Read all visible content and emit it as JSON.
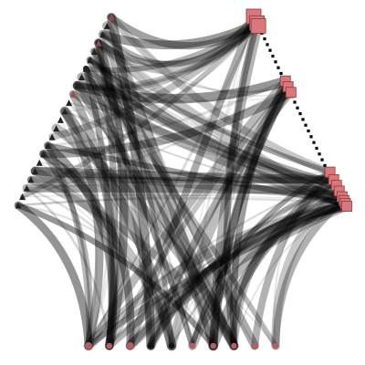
{
  "diagram": {
    "type": "hive-plot-style-edge-bundle",
    "colors": {
      "background": "#ffffff",
      "edge": "#000000",
      "square_node_fill": "#d9777a",
      "square_node_stroke": "#8a3a3d",
      "left_node_marker": "#222222",
      "left_node_red": "#9b4b4e",
      "bottom_node_red": "#b85c60",
      "bottom_node_dark": "#111111"
    },
    "axes": [
      {
        "name": "left",
        "node_count": 23,
        "marker": "triangle"
      },
      {
        "name": "right",
        "node_count": 14,
        "marker": "square"
      },
      {
        "name": "bottom",
        "node_count": 10,
        "marker": "circle"
      }
    ]
  }
}
